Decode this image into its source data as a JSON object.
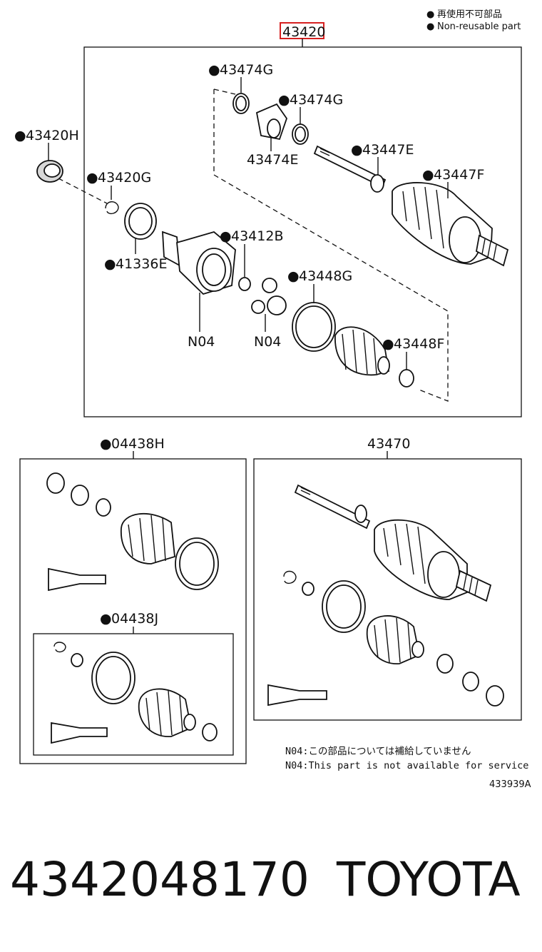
{
  "legend": {
    "symbol": "●",
    "ja": "再使用不可部品",
    "en": "Non-reusable part"
  },
  "assembly_label": "43420",
  "highlight_color": "#d62020",
  "dot": "●",
  "parts": {
    "p43474G_a": "43474G",
    "p43474G_b": "43474G",
    "p43474E": "43474E",
    "p43447E": "43447E",
    "p43447F": "43447F",
    "p43420H": "43420H",
    "p43420G": "43420G",
    "p41336E": "41336E",
    "p43412B": "43412B",
    "p43448G": "43448G",
    "p43448F": "43448F",
    "n04_a": "N04",
    "n04_b": "N04",
    "p04438H": "04438H",
    "p04438J": "04438J",
    "p43470": "43470"
  },
  "notes": {
    "ja": "N04:この部品については補給していません",
    "en": "N04:This part is not available for service"
  },
  "diagram_id": "433939A",
  "footer": {
    "part_number": "4342048170",
    "brand": "TOYOTA"
  }
}
